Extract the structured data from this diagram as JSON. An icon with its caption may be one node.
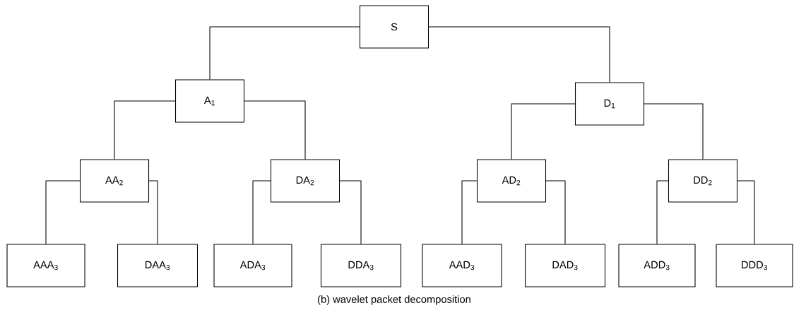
{
  "diagram": {
    "caption": "(b)  wavelet packet decomposition",
    "nodes": [
      {
        "text": [
          "S"
        ]
      },
      {
        "text": [
          "A$_{1}$"
        ]
      },
      {
        "text": [
          "D$_{1}$"
        ]
      },
      {
        "text": [
          "AA$_{2}$"
        ]
      },
      {
        "text": [
          "DA$_{2}$"
        ]
      },
      {
        "text": [
          "AD$_{2}$"
        ]
      },
      {
        "text": [
          "DD$_{2}$"
        ]
      },
      {
        "text": [
          "AAA$_{3}$"
        ]
      },
      {
        "text": [
          "DAA$_{3}$"
        ]
      },
      {
        "text": [
          "ADA$_{3}$"
        ]
      },
      {
        "text": [
          "DDA$_{3}$"
        ]
      },
      {
        "text": [
          "AAD$_{3}$"
        ]
      },
      {
        "text": [
          "DAD$_{3}$"
        ]
      },
      {
        "text": [
          "ADD$_{3}$"
        ]
      },
      {
        "text": [
          "DDD$_{3}$"
        ]
      }
    ],
    "edges": [
      {
        "from": 0,
        "to": 1,
        "arrow": "none"
      },
      {
        "from": 0,
        "to": 2,
        "arrow": "none"
      },
      {
        "from": 1,
        "to": 3,
        "arrow": "none"
      },
      {
        "from": 1,
        "to": 4,
        "arrow": "none"
      },
      {
        "from": 2,
        "to": 5,
        "arrow": "none"
      },
      {
        "from": 2,
        "to": 6,
        "arrow": "none"
      },
      {
        "from": 3,
        "to": 7,
        "arrow": "none"
      },
      {
        "from": 3,
        "to": 8,
        "arrow": "none"
      },
      {
        "from": 4,
        "to": 9,
        "arrow": "none"
      },
      {
        "from": 4,
        "to": 10,
        "arrow": "none"
      },
      {
        "from": 5,
        "to": 11,
        "arrow": "none"
      },
      {
        "from": 5,
        "to": 12,
        "arrow": "none"
      },
      {
        "from": 6,
        "to": 13,
        "arrow": "none"
      },
      {
        "from": 6,
        "to": 14,
        "arrow": "none"
      }
    ]
  }
}
